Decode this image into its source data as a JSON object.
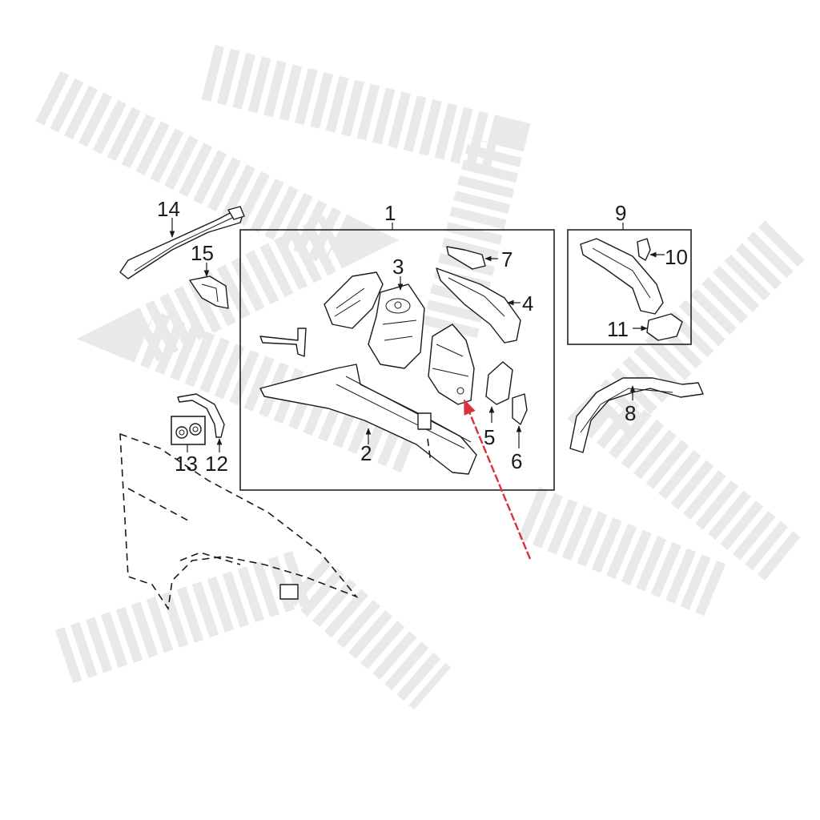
{
  "callouts": {
    "c1": "1",
    "c2": "2",
    "c3": "3",
    "c4": "4",
    "c5": "5",
    "c6": "6",
    "c7": "7",
    "c8": "8",
    "c9": "9",
    "c10": "10",
    "c11": "11",
    "c12": "12",
    "c13": "13",
    "c14": "14",
    "c15": "15"
  },
  "colors": {
    "highlight_line": "#d9323c",
    "line": "#1a1a1a",
    "watermark": "#e9e9e9"
  },
  "highlighted_part": "1"
}
